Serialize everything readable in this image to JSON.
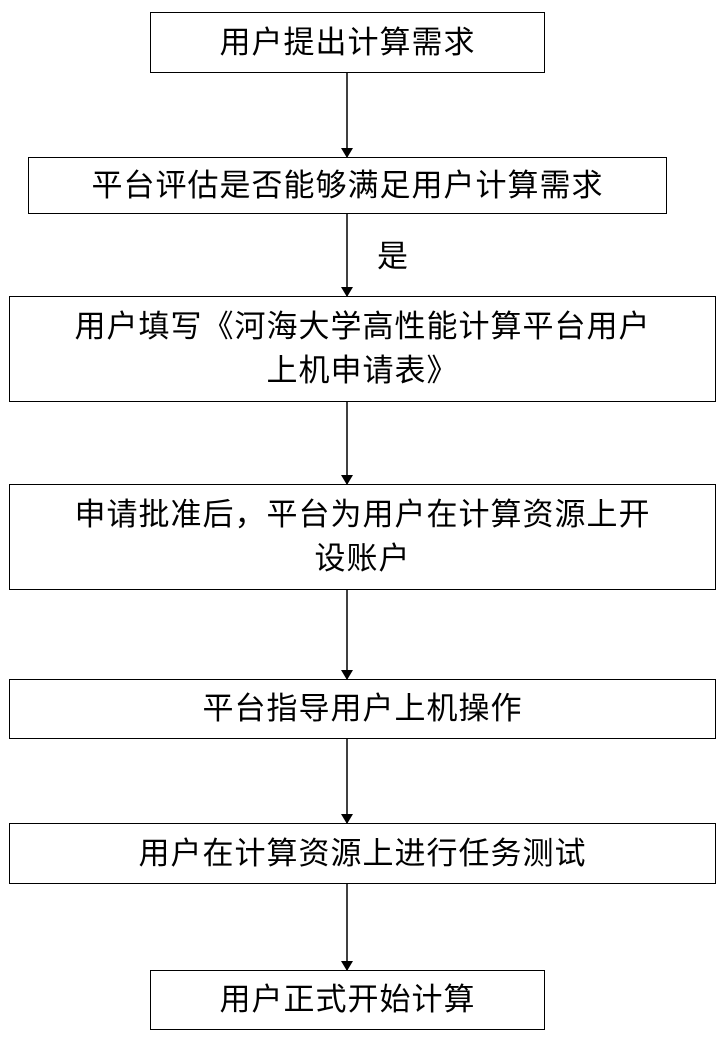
{
  "steps": [
    {
      "id": "s1",
      "text": "用户提出计算需求"
    },
    {
      "id": "s2",
      "text": "平台评估是否能够满足用户计算需求"
    },
    {
      "id": "s3",
      "line1": "用户填写《河海大学高性能计算平台用户",
      "line2": "上机申请表》"
    },
    {
      "id": "s4",
      "line1": "申请批准后，平台为用户在计算资源上开",
      "line2": "设账户"
    },
    {
      "id": "s5",
      "text": "平台指导用户上机操作"
    },
    {
      "id": "s6",
      "text": "用户在计算资源上进行任务测试"
    },
    {
      "id": "s7",
      "text": "用户正式开始计算"
    }
  ],
  "edges": [
    {
      "from": "s1",
      "to": "s2",
      "label": ""
    },
    {
      "from": "s2",
      "to": "s3",
      "label": "是"
    },
    {
      "from": "s3",
      "to": "s4",
      "label": ""
    },
    {
      "from": "s4",
      "to": "s5",
      "label": ""
    },
    {
      "from": "s5",
      "to": "s6",
      "label": ""
    },
    {
      "from": "s6",
      "to": "s7",
      "label": ""
    }
  ]
}
